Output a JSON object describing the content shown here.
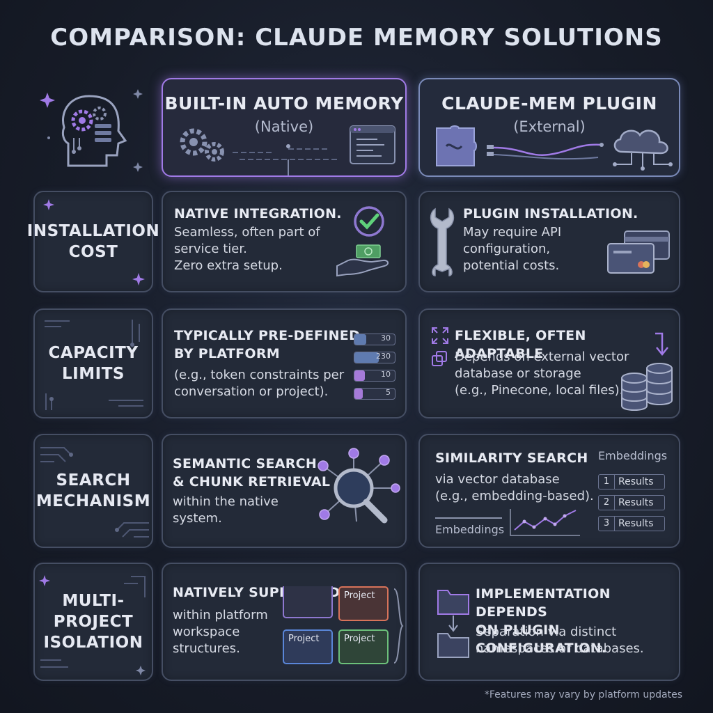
{
  "title": "COMPARISON: CLAUDE MEMORY SOLUTIONS",
  "columns": {
    "native": {
      "title": "BUILT-IN AUTO MEMORY",
      "subtitle": "(Native)"
    },
    "plugin": {
      "title": "CLAUDE-MEM PLUGIN",
      "subtitle": "(External)"
    }
  },
  "rows": [
    {
      "label_lines": [
        "INSTALLATION",
        "COST"
      ],
      "native": {
        "title_lines": [
          "NATIVE INTEGRATION."
        ],
        "text_lines": [
          "Seamless, often part of",
          "service tier.",
          "Zero extra setup."
        ]
      },
      "plugin": {
        "title_lines": [
          "PLUGIN INSTALLATION."
        ],
        "text_lines": [
          "May require API",
          "configuration,",
          "potential costs."
        ]
      }
    },
    {
      "label_lines": [
        "CAPACITY",
        "LIMITS"
      ],
      "native": {
        "title_lines": [
          "TYPICALLY PRE-DEFINED",
          "BY PLATFORM"
        ],
        "text_lines": [
          "(e.g., token constraints per",
          "conversation or project)."
        ],
        "bars": [
          {
            "value": "30",
            "fraction": 0.3,
            "color": "#5f7bb0"
          },
          {
            "value": "230",
            "fraction": 0.6,
            "color": "#5f7bb0"
          },
          {
            "value": "10",
            "fraction": 0.25,
            "color": "#a57ad8"
          },
          {
            "value": "5",
            "fraction": 0.2,
            "color": "#a57ad8"
          }
        ]
      },
      "plugin": {
        "title_lines": [
          "FLEXIBLE, OFTEN ADAPTABLE"
        ],
        "text_lines": [
          "Depends on external vector",
          "database or storage",
          "(e.g., Pinecone, local files)."
        ]
      }
    },
    {
      "label_lines": [
        "SEARCH",
        "MECHANISM"
      ],
      "native": {
        "title_lines": [
          "SEMANTIC SEARCH",
          "& CHUNK RETRIEVAL"
        ],
        "text_lines": [
          "within the native",
          "system."
        ]
      },
      "plugin": {
        "title_lines": [
          "SIMILARITY SEARCH"
        ],
        "text_lines": [
          "via vector database",
          "(e.g., embedding-based)."
        ],
        "embeddings_top": "Embeddings",
        "embeddings_bottom": "Embeddings",
        "results": [
          {
            "n": "1",
            "label": "Results"
          },
          {
            "n": "2",
            "label": "Results"
          },
          {
            "n": "3",
            "label": "Results"
          }
        ]
      }
    },
    {
      "label_lines": [
        "MULTI-",
        "PROJECT",
        "ISOLATION"
      ],
      "native": {
        "title_lines": [
          "NATIVELY SUPPORTED"
        ],
        "text_lines": [
          "within platform",
          "workspace",
          "structures."
        ],
        "projects": [
          {
            "label": "Project",
            "color": "#d8735a"
          },
          {
            "label": "Project",
            "color": "#5a86d8"
          },
          {
            "label": "Project",
            "color": "#6cc07a"
          }
        ]
      },
      "plugin": {
        "title_lines": [
          "IMPLEMENTATION DEPENDS",
          "ON PLUGIN CONFIGURATION."
        ],
        "text_lines": [
          "Separation via distinct",
          "namespaces or databases."
        ]
      }
    }
  ],
  "footnote": "*Features may vary by platform updates",
  "colors": {
    "accent_purple": "#a07ae6",
    "accent_green": "#5fd17a",
    "border": "#454e63"
  },
  "icons": [
    "brain-gear-icon",
    "gears-icon",
    "code-window-icon",
    "puzzle-icon",
    "cloud-icon",
    "checkmark-icon",
    "money-hand-icon",
    "wrench-icon",
    "credit-card-icon",
    "expand-arrows-icon",
    "database-icon",
    "magnifier-network-icon",
    "line-chart-icon",
    "folder-icon"
  ]
}
